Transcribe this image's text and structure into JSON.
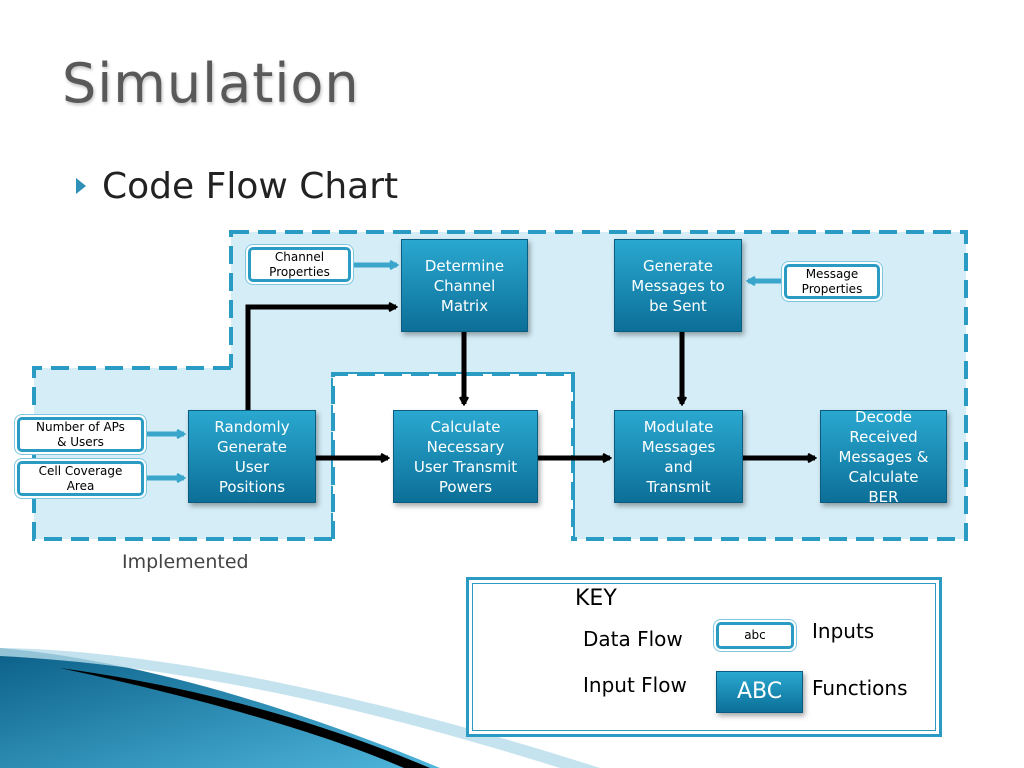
{
  "slide": {
    "title": "Simulation",
    "bullet": "Code Flow Chart"
  },
  "diagram": {
    "inputs": {
      "channel_properties": "Channel\nProperties",
      "message_properties": "Message\nProperties",
      "number_of_aps": "Number of APs\n& Users",
      "cell_coverage": "Cell Coverage\nArea"
    },
    "functions": {
      "determine_channel": "Determine\nChannel\nMatrix",
      "generate_messages": "Generate\nMessages to\nbe Sent",
      "randomly_generate": "Randomly\nGenerate\nUser\nPositions",
      "calculate_powers": "Calculate\nNecessary\nUser Transmit\nPowers",
      "modulate": "Modulate\nMessages\nand\nTransmit",
      "decode": "Decode\nReceived\nMessages &\nCalculate\nBER"
    },
    "implemented_label": "Implemented",
    "colors": {
      "function_fill": "#1a8cb8",
      "input_border": "#2a9cc4",
      "region_fill": "#d5edf7",
      "region_dash": "#2a9cc4",
      "data_arrow": "#000000",
      "input_arrow": "#3aa6cc"
    }
  },
  "key": {
    "title": "KEY",
    "data_flow": "Data Flow",
    "input_flow": "Input Flow",
    "input_sample": "abc",
    "inputs_label": "Inputs",
    "function_sample": "ABC",
    "functions_label": "Functions"
  }
}
